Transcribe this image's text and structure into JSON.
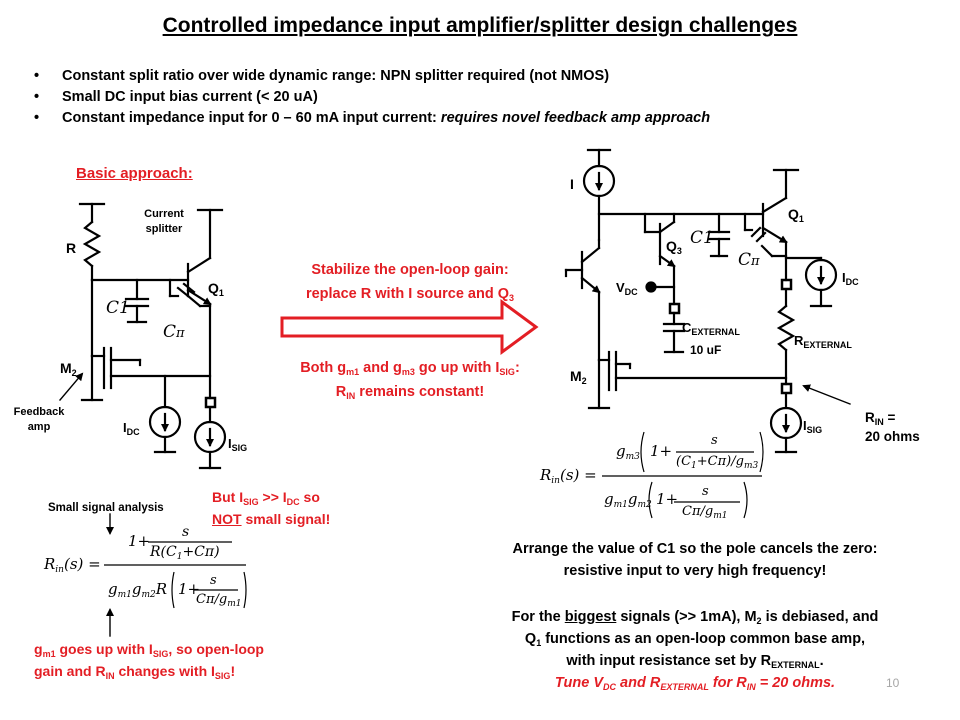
{
  "title": "Controlled impedance input amplifier/splitter design challenges",
  "bullets": [
    {
      "text": "Constant split ratio over wide dynamic range:  NPN splitter required (not NMOS)"
    },
    {
      "text": "Small DC input bias current (< 20 uA)"
    },
    {
      "text": "Constant impedance input for 0 – 60 mA input current:  ",
      "italic": "requires novel feedback amp approach"
    }
  ],
  "left_circuit": {
    "heading": "Basic approach:",
    "current_splitter_1": "Current",
    "current_splitter_2": "splitter",
    "r": "R",
    "q1": "Q",
    "q1_sub": "1",
    "c1": "C1",
    "cpi": "C",
    "m2": "M",
    "m2_sub": "2",
    "feedback_1": "Feedback",
    "feedback_2": "amp",
    "idc": "I",
    "idc_sub": "DC",
    "isig": "I",
    "isig_sub": "SIG"
  },
  "middle": {
    "stabilize_1": "Stabilize the open-loop gain:",
    "stabilize_2": "replace R with I source and Q",
    "stabilize_2_sub": "3",
    "both_a": "Both g",
    "both_a_sub": "m1",
    "both_b": " and g",
    "both_b_sub": "m3",
    "both_c": " go up with I",
    "both_c_sub": "SIG",
    "both_d": ":",
    "rin_a": "R",
    "rin_a_sub": "IN",
    "rin_b": " remains constant!"
  },
  "right_circuit": {
    "i": "I",
    "q1": "Q",
    "q1_sub": "1",
    "q3": "Q",
    "q3_sub": "3",
    "c1": "C1",
    "cpi": "C",
    "vdc": "V",
    "vdc_sub": "DC",
    "cext": "C",
    "cext_sub": "EXTERNAL",
    "cext_val": "10 uF",
    "rext": "R",
    "rext_sub": "EXTERNAL",
    "idc": "I",
    "idc_sub": "DC",
    "m2": "M",
    "m2_sub": "2",
    "isig": "I",
    "isig_sub": "SIG",
    "rin_a": "R",
    "rin_sub": "IN",
    "rin_b": " =",
    "rin_val": "20 ohms"
  },
  "small_signal": {
    "label": "Small signal analysis",
    "but_a": "But I",
    "but_a_sub": "SIG",
    "but_b": " >> I",
    "but_b_sub": "DC",
    "but_c": " so",
    "not": "NOT",
    "not_rest": " small signal!",
    "gm1_a": "g",
    "gm1_a_sub": "m1",
    "gm1_b": " goes up with I",
    "gm1_b_sub": "SIG",
    "gm1_c": ", so open-loop",
    "gain_a": "gain and R",
    "gain_a_sub": "IN",
    "gain_b": " changes with I",
    "gain_b_sub": "SIG",
    "gain_c": "!"
  },
  "formulas": {
    "rin": "R",
    "rin_sub": "in",
    "arg": "(s) =",
    "one_plus": "1+",
    "s": "s",
    "left_den": "R(C",
    "left_den_sub": "1",
    "left_den_end": "+Cπ)",
    "left_gm": "g",
    "left_gm_sub1": "m1",
    "left_gm_sub2": "m2",
    "left_r": "R",
    "cpi_over": "Cπ/g",
    "cpi_over_sub": "m1",
    "right_top_gm": "g",
    "right_top_gm_sub": "m3",
    "right_den": "(C",
    "right_den_sub": "1",
    "right_den_end": "+Cπ)/g",
    "right_den_sub2": "m3"
  },
  "notes": {
    "arrange_1": "Arrange the value of C1 so the pole cancels the zero:",
    "arrange_2": "resistive input to very high frequency!",
    "for_a": "For the ",
    "biggest": "biggest",
    "for_b": " signals (>> 1mA), M",
    "for_b_sub": "2",
    "for_c": " is debiased, and",
    "q1_a": "Q",
    "q1_a_sub": "1",
    "q1_b": " functions as an open-loop common base amp,",
    "with_a": "with input resistance set by R",
    "with_a_sub": "EXTERNAL",
    "with_b": ".",
    "tune_a": "Tune V",
    "tune_a_sub": "DC",
    "tune_b": " and R",
    "tune_b_sub": "EXTERNAL",
    "tune_c": " for R",
    "tune_c_sub": "IN",
    "tune_d": " = 20 ohms."
  },
  "page_number": "10",
  "colors": {
    "accent": "#e31e24",
    "text": "#000000",
    "page_number": "#a6a6a6"
  }
}
